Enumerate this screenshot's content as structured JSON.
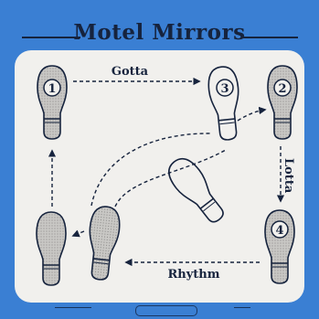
{
  "title": "Motel Mirrors",
  "labels": {
    "gotta": "Gotta",
    "lotta": "Lotta",
    "rhythm": "Rhythm"
  },
  "steps": [
    "1",
    "2",
    "3",
    "4"
  ],
  "colors": {
    "background": "#3a7fd3",
    "panel": "#f1f0ed",
    "ink": "#16233d",
    "shoe_fill": "#c4c3c1"
  }
}
